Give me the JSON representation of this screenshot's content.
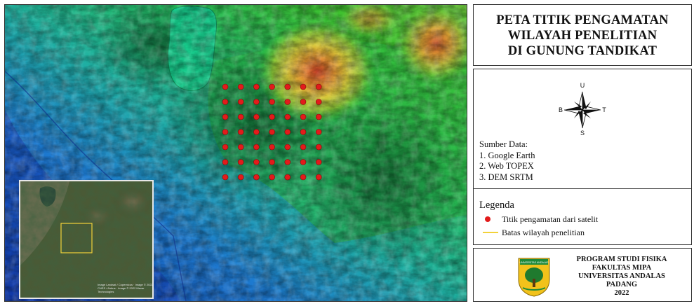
{
  "title": {
    "lines": [
      "PETA TITIK PENGAMATAN",
      "WILAYAH PENELITIAN",
      "DI GUNUNG TANDIKAT"
    ]
  },
  "compass": {
    "north": "U",
    "south": "S",
    "east": "T",
    "west": "B"
  },
  "sources": {
    "heading": "Sumber Data:",
    "items": [
      "1. Google Earth",
      "2. Web TOPEX",
      "3. DEM SRTM"
    ]
  },
  "legend": {
    "heading": "Legenda",
    "items": [
      {
        "label": "Titik pengamatan dari satelit",
        "symbol": "red-dot",
        "color": "#e21b1b"
      },
      {
        "label": "Batas wilayah penelitian",
        "symbol": "yellow-line",
        "color": "#f2d23a"
      }
    ]
  },
  "institution": {
    "logo_text": "UNIVERSITAS ANDALAS",
    "lines": [
      "PROGRAM STUDI FISIKA",
      "FAKULTAS MIPA",
      "UNIVERSITAS ANDALAS",
      "PADANG",
      "2022"
    ]
  },
  "observation_points": {
    "rows": 7,
    "cols": 7,
    "color": "#e21b1b"
  },
  "inset": {
    "credit": "Image Landsat / Copernicus · Image © 2022 CNES / Airbus · Image © 2022 Maxar Technologies"
  },
  "colors": {
    "lowland": "#1a4fc4",
    "midland": "#1fb87a",
    "highland": "#3cc23a",
    "peak": "#d87a2a",
    "lake": "#17c98a",
    "study_area_boundary": "#f2d23a"
  }
}
